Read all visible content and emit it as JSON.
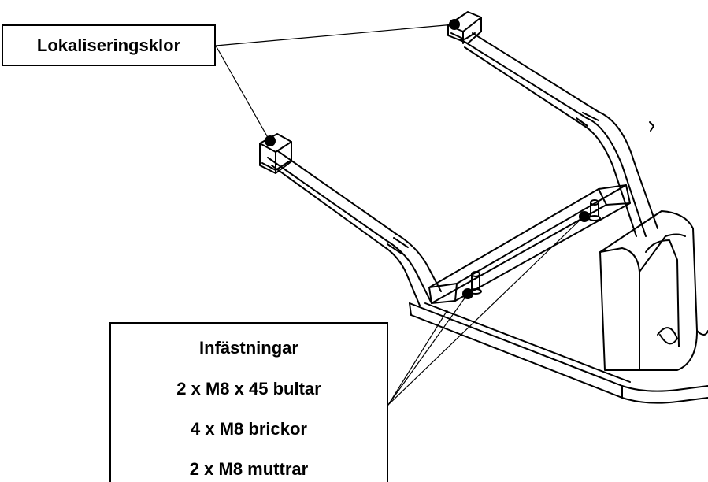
{
  "callouts": {
    "clips_label": "Lokaliseringsklor",
    "fasteners": {
      "title": "Infästningar",
      "items": [
        "2 x M8 x 45 bultar",
        "4 x M8 brickor",
        "2 x M8 muttrar"
      ]
    }
  },
  "colors": {
    "line": "#000000",
    "fill": "#ffffff",
    "dot": "#000000"
  }
}
